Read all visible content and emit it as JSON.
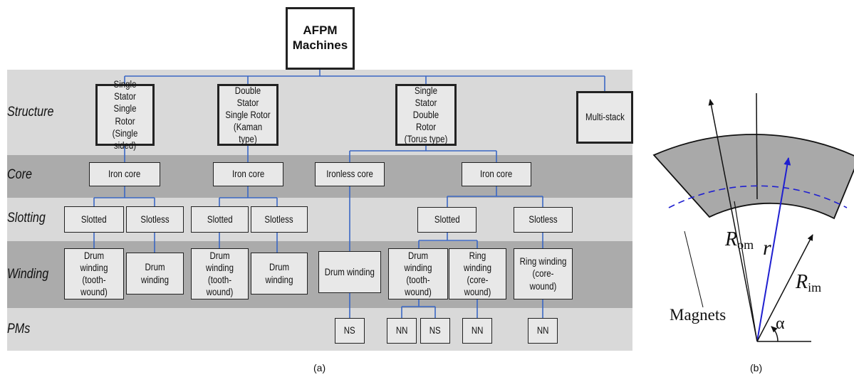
{
  "rows": [
    "Structure",
    "Core",
    "Slotting",
    "Winding",
    "PMs"
  ],
  "tree": {
    "root": "AFPM\nMachines",
    "structure": [
      "Single Stator\nSingle Rotor\n(Single sided)",
      "Double Stator\nSingle Rotor\n(Kaman type)",
      "Single Stator\nDouble Rotor\n(Torus type)",
      "Multi-stack"
    ],
    "core": [
      "Iron core",
      "Iron core",
      "Ironless core",
      "Iron core"
    ],
    "slotting": [
      "Slotted",
      "Slotless",
      "Slotted",
      "Slotless",
      "Slotted",
      "Slotless"
    ],
    "winding": [
      "Drum winding\n(tooth-wound)",
      "Drum winding",
      "Drum winding\n(tooth-wound)",
      "Drum winding",
      "Drum winding",
      "Drum winding\n(tooth-wound)",
      "Ring winding\n(core-wound)",
      "Ring winding\n(core-wound)"
    ],
    "pms": [
      "NS",
      "NN",
      "NS",
      "NN",
      "NN"
    ]
  },
  "sector": {
    "r_om": "R",
    "r_om_sub": "om",
    "r": "r",
    "r_im": "R",
    "r_im_sub": "im",
    "magnets": "Magnets",
    "alpha": "α"
  },
  "captions": {
    "a": "(a)",
    "b": "(b)"
  },
  "colors": {
    "band_light": "#d9d9d9",
    "band_dark": "#aaaaaa",
    "connector": "#3a67c4",
    "magnet_fill": "#a9a9a9",
    "radius_line": "#1f1fd0"
  }
}
